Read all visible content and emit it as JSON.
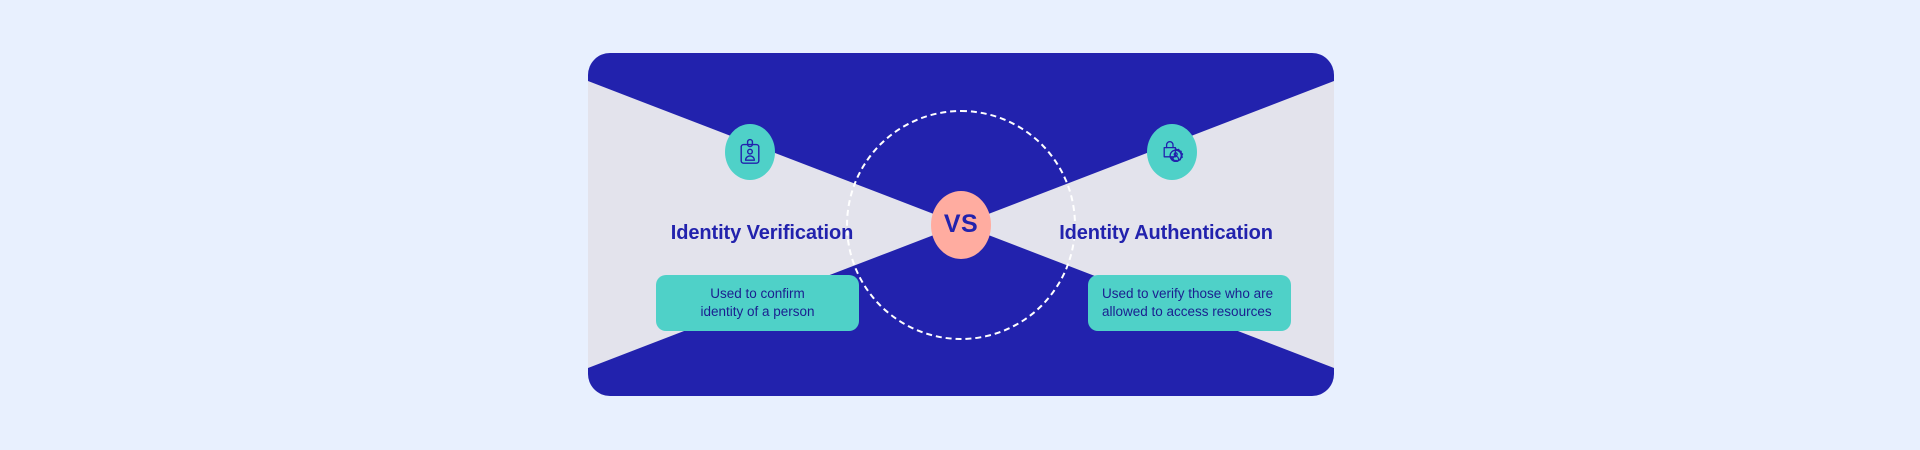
{
  "page": {
    "background_color": "#e8f0fe"
  },
  "card": {
    "background_color": "#2222ad",
    "panel_color": "#e3e3ec",
    "accent_teal": "#4fd1c8",
    "accent_peach": "#ffaca0",
    "text_navy": "#2222ad",
    "dashed_circle_color": "#ffffff"
  },
  "center": {
    "vs_label": "VS"
  },
  "left": {
    "icon_name": "id-badge-icon",
    "heading": "Identity Verification",
    "note": "Used to confirm identity of a person",
    "note_line_1": "Used to confirm",
    "note_line_2": "identity of a person"
  },
  "right": {
    "icon_name": "lock-user-gear-icon",
    "heading": "Identity Authentication",
    "note": "Used to verify those who are allowed to access resources",
    "note_line_1": "Used to verify those who are",
    "note_line_2": "allowed to access resources"
  }
}
